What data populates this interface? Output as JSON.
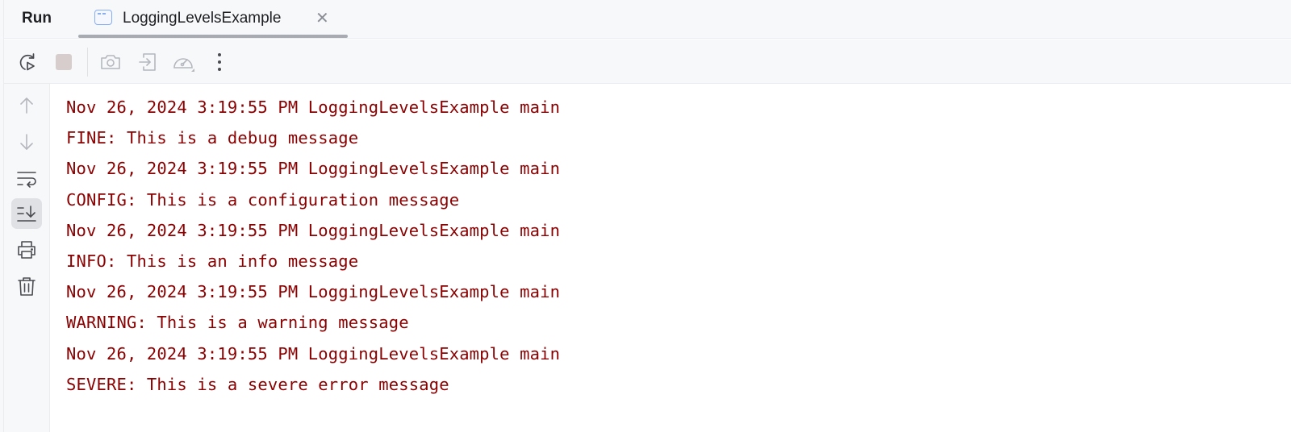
{
  "tabbar": {
    "run_label": "Run",
    "active_tab": {
      "label": "LoggingLevelsExample",
      "icon": "console-window-icon",
      "close_icon": "close-icon",
      "close_glyph": "✕"
    }
  },
  "toolbar": {
    "buttons": [
      {
        "name": "rerun",
        "icon": "rerun-icon"
      },
      {
        "name": "stop",
        "icon": "stop-icon"
      },
      {
        "name": "screenshot",
        "icon": "camera-icon"
      },
      {
        "name": "attach",
        "icon": "import-icon"
      },
      {
        "name": "profiler",
        "icon": "gauge-icon"
      },
      {
        "name": "more",
        "icon": "more-vertical-icon"
      }
    ]
  },
  "sidebar": {
    "buttons": [
      {
        "name": "previous-occurrence",
        "icon": "arrow-up-icon"
      },
      {
        "name": "next-occurrence",
        "icon": "arrow-down-icon"
      },
      {
        "name": "soft-wrap",
        "icon": "soft-wrap-icon"
      },
      {
        "name": "scroll-to-end",
        "icon": "scroll-to-end-icon",
        "active": true
      },
      {
        "name": "print",
        "icon": "printer-icon"
      },
      {
        "name": "clear-all",
        "icon": "trash-icon"
      }
    ]
  },
  "console": {
    "text_color": "#8b0000",
    "lines": [
      "Nov 26, 2024 3:19:55 PM LoggingLevelsExample main",
      "FINE: This is a debug message",
      "Nov 26, 2024 3:19:55 PM LoggingLevelsExample main",
      "CONFIG: This is a configuration message",
      "Nov 26, 2024 3:19:55 PM LoggingLevelsExample main",
      "INFO: This is an info message",
      "Nov 26, 2024 3:19:55 PM LoggingLevelsExample main",
      "WARNING: This is a warning message",
      "Nov 26, 2024 3:19:55 PM LoggingLevelsExample main",
      "SEVERE: This is a severe error message"
    ]
  }
}
